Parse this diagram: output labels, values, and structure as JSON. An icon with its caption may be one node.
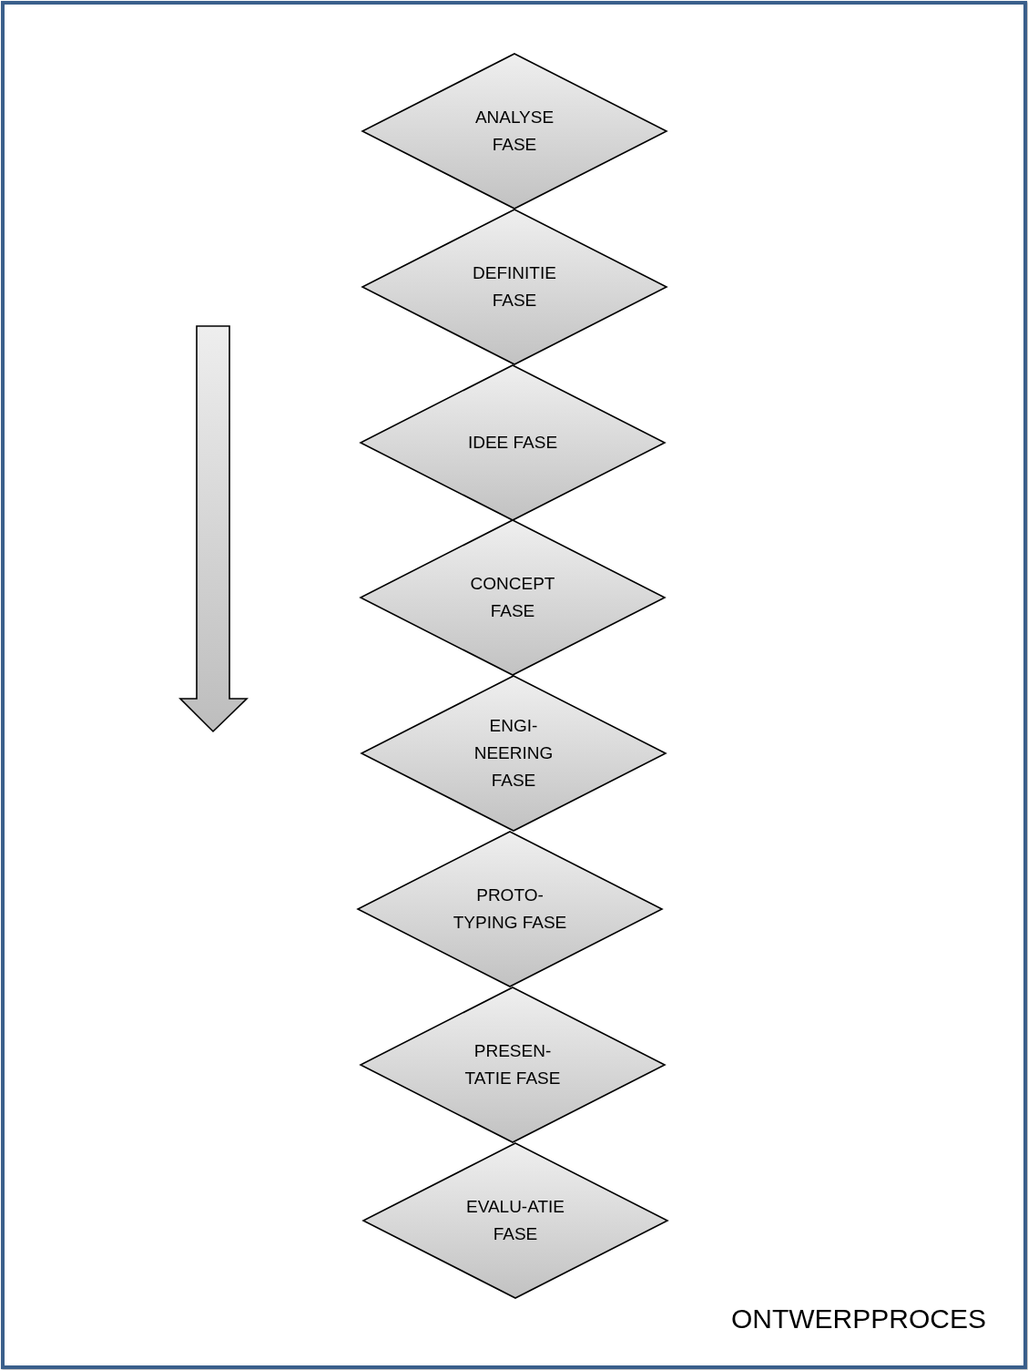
{
  "diagram": {
    "title": "ONTWERPPROCES",
    "nodes": [
      {
        "text": [
          "ANALYSE FASE"
        ]
      },
      {
        "text": [
          "DEFINITIE FASE"
        ]
      },
      {
        "text": [
          "IDEE FASE"
        ]
      },
      {
        "text": [
          "CONCEPT FASE"
        ]
      },
      {
        "text": [
          "ENGI- NEERING FASE"
        ]
      },
      {
        "text": [
          "PROTO- TYPING FASE"
        ]
      },
      {
        "text": [
          "PRESEN- TATIE FASE"
        ]
      },
      {
        "text": [
          "EVALU-ATIE FASE"
        ]
      }
    ]
  }
}
